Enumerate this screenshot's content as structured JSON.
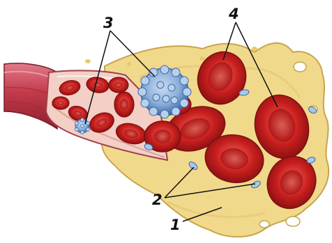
{
  "labels": {
    "plasma": "1",
    "platelets": "2",
    "white_blood_cells": "3",
    "red_blood_cells": "4"
  },
  "colors": {
    "plasma": "#f1d98c",
    "plasma_edge": "#c9a44b",
    "vessel_wall": "#c23a4a",
    "vessel_inner": "#f3cfc6",
    "red_cell": "#c81e1e",
    "red_cell_dark": "#7e0f0f",
    "white_cell": "#8aaed8",
    "white_cell_dark": "#3d6aa8",
    "platelet": "#a9c8e6"
  }
}
